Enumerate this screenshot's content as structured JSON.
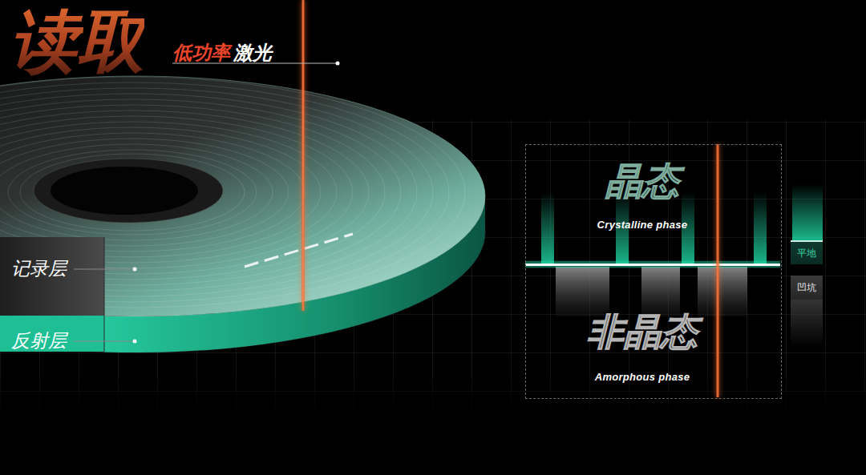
{
  "diagram": {
    "title": "读取",
    "nodes": [
      {
        "text": [
          "晶态",
          "Crystalline phase",
          "非晶态",
          "Amorphous phase"
        ]
      },
      {
        "text": [
          "平地"
        ]
      },
      {
        "text": [
          "凹坑"
        ]
      }
    ],
    "labels": [
      "低功率",
      "激光",
      "记录层",
      "反射层"
    ]
  }
}
